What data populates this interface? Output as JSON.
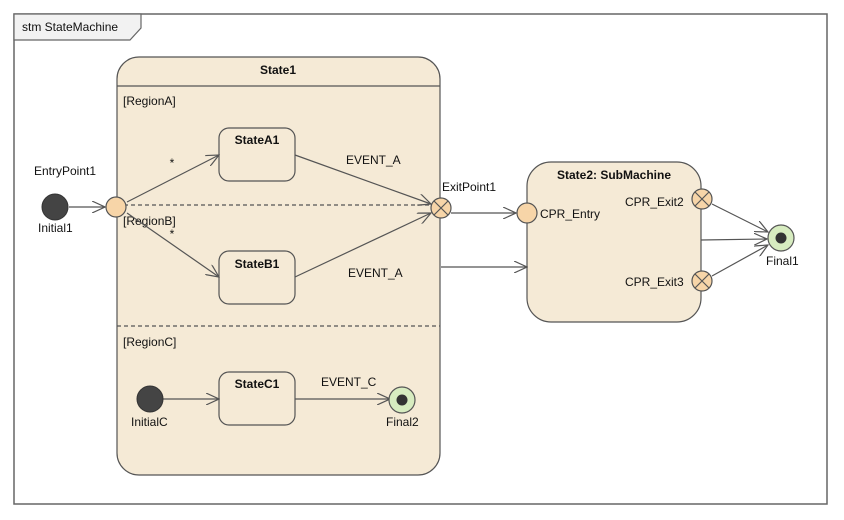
{
  "frame": {
    "title": "stm StateMachine"
  },
  "state1": {
    "title": "State1",
    "regions": [
      "[RegionA]",
      "[RegionB]",
      "[RegionC]"
    ]
  },
  "states": {
    "a1": "StateA1",
    "b1": "StateB1",
    "c1": "StateC1",
    "state2": "State2: SubMachine"
  },
  "pseudostates": {
    "entry_point": "EntryPoint1",
    "initial1": "Initial1",
    "initial_c": "InitialC",
    "exit_point": "ExitPoint1",
    "final1": "Final1",
    "final2": "Final2",
    "cpr_entry": "CPR_Entry",
    "cpr_exit2": "CPR_Exit2",
    "cpr_exit3": "CPR_Exit3"
  },
  "transitions": {
    "star_a": "*",
    "star_b": "*",
    "event_a_top": "EVENT_A",
    "event_a_bottom": "EVENT_A",
    "event_c": "EVENT_C"
  },
  "colors": {
    "state_fill": "#f5ead6",
    "stroke": "#555555",
    "entry_fill": "#f7d5a8",
    "initial_fill": "#444444",
    "final_fill": "#d7ecc0"
  }
}
